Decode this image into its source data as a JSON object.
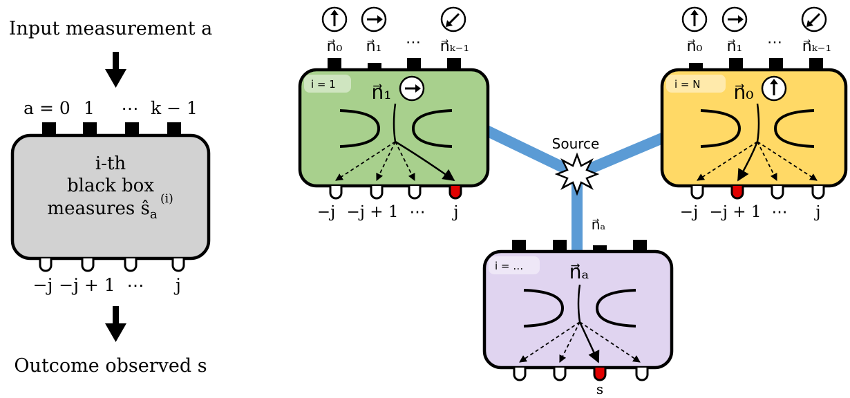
{
  "left_panel": {
    "input_label": "Input measurement a",
    "input_ticks": [
      "a = 0",
      "1",
      "⋯",
      "k − 1"
    ],
    "box_line1": "i-th",
    "box_line2": "black box",
    "box_line3": "measures ŝ",
    "box_line3_sub": "a",
    "box_line3_sup": "(i)",
    "outcome_ticks": [
      "−j",
      "−j + 1",
      "⋯",
      "j"
    ],
    "outcome_label": "Outcome observed s",
    "colors": {
      "box_fill": "#d2d2d2",
      "box_stroke": "#000000"
    }
  },
  "source": {
    "label": "Source",
    "beam_color": "#5b9bd5"
  },
  "boxes": [
    {
      "id": "green",
      "index_label": "i = 1",
      "setting_label": "n⃗₁",
      "setting_arrow_icon": "arrow-right-icon",
      "fill": "#a8d08d",
      "selected_outcome": 3,
      "top_labels": [
        "n⃗₀",
        "n⃗₁",
        "⋯",
        "n⃗ₖ₋₁"
      ],
      "top_icons": [
        "arrow-up-icon",
        "arrow-right-icon",
        "",
        "arrow-down-left-icon"
      ],
      "bottom_labels": [
        "−j",
        "−j + 1",
        "⋯",
        "j"
      ]
    },
    {
      "id": "yellow",
      "index_label": "i = N",
      "setting_label": "n⃗₀",
      "setting_arrow_icon": "arrow-up-icon",
      "fill": "#ffd966",
      "selected_outcome": 1,
      "top_labels": [
        "n⃗₀",
        "n⃗₁",
        "⋯",
        "n⃗ₖ₋₁"
      ],
      "top_icons": [
        "arrow-up-icon",
        "arrow-right-icon",
        "",
        "arrow-down-left-icon"
      ],
      "bottom_labels": [
        "−j",
        "−j + 1",
        "⋯",
        "j"
      ]
    },
    {
      "id": "purple",
      "index_label": "i = …",
      "setting_label": "n⃗ₐ",
      "fill": "#e0d4f0",
      "selected_outcome": 2,
      "top_label": "n⃗ₐ",
      "bottom_label": "s"
    }
  ],
  "colors": {
    "selected_port": "#e00000",
    "port_fill": "#ffffff"
  }
}
